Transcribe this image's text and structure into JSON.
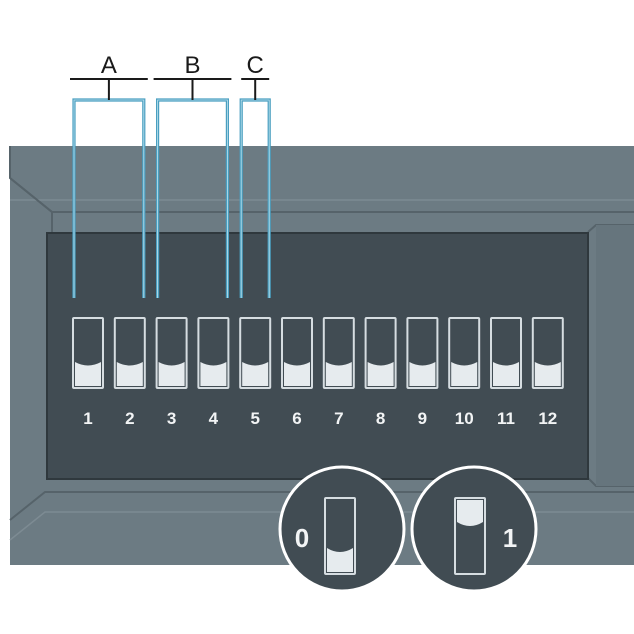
{
  "groups": [
    {
      "label": "A",
      "switches": [
        1,
        2
      ]
    },
    {
      "label": "B",
      "switches": [
        3,
        4
      ]
    },
    {
      "label": "C",
      "switches": [
        5
      ]
    }
  ],
  "switches": [
    {
      "number": "1",
      "state": 0
    },
    {
      "number": "2",
      "state": 0
    },
    {
      "number": "3",
      "state": 0
    },
    {
      "number": "4",
      "state": 0
    },
    {
      "number": "5",
      "state": 0
    },
    {
      "number": "6",
      "state": 0
    },
    {
      "number": "7",
      "state": 0
    },
    {
      "number": "8",
      "state": 0
    },
    {
      "number": "9",
      "state": 0
    },
    {
      "number": "10",
      "state": 0
    },
    {
      "number": "11",
      "state": 0
    },
    {
      "number": "12",
      "state": 0
    }
  ],
  "legend": {
    "off_label": "0",
    "on_label": "1"
  },
  "colors": {
    "housing": "#6c7b83",
    "housing_edge": "#59676e",
    "panel": "#414c53",
    "switch_outline": "#d6dde1",
    "leader": "#4a9fc0",
    "ink": "#1a1a1a"
  }
}
